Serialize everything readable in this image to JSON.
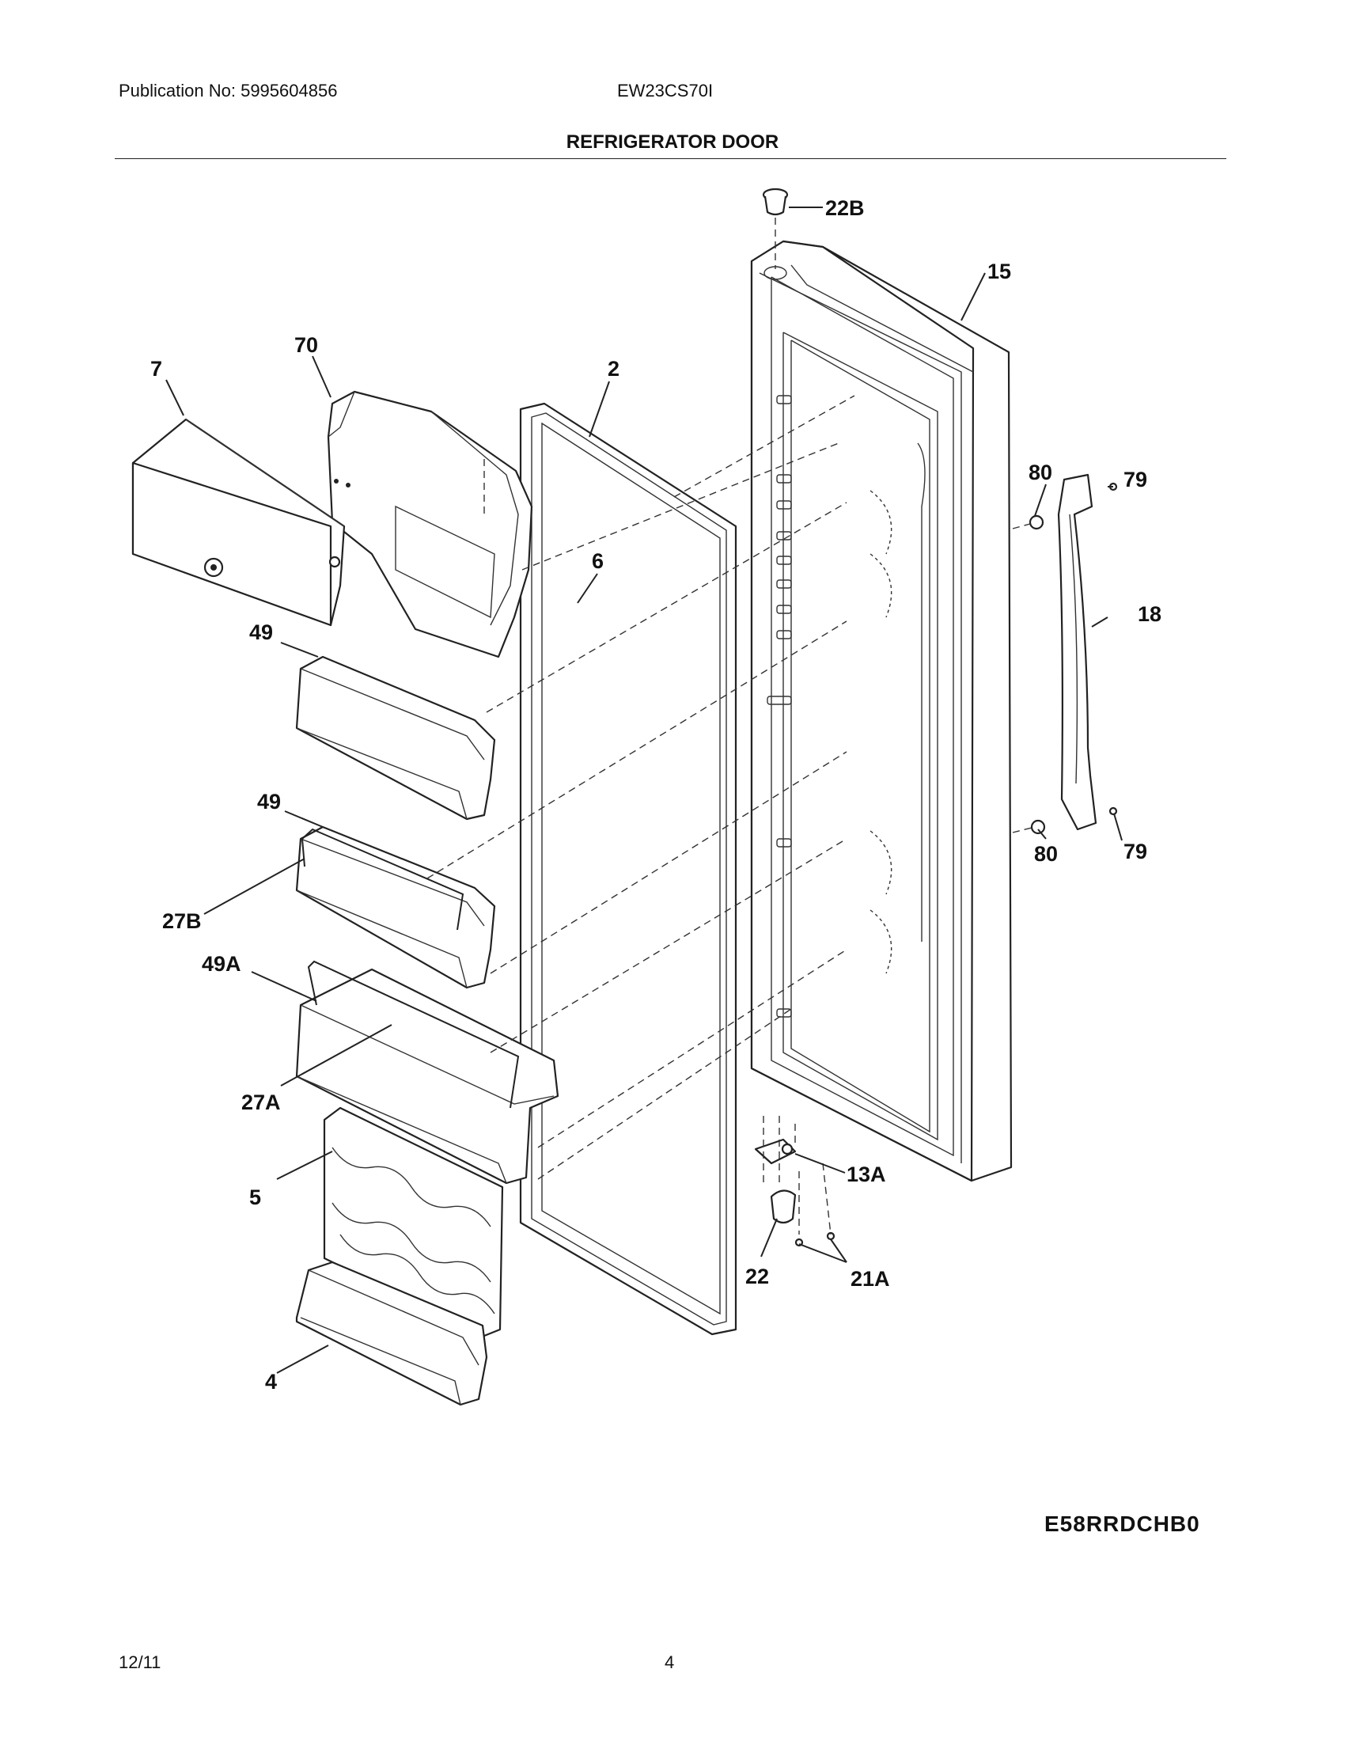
{
  "header": {
    "publication": "Publication No: 5995604856",
    "model": "EW23CS70I",
    "title": "REFRIGERATOR DOOR"
  },
  "callouts": {
    "p22b": "22B",
    "p15": "15",
    "p7": "7",
    "p70": "70",
    "p2": "2",
    "p80a": "80",
    "p79a": "79",
    "p6": "6",
    "p18": "18",
    "p49a": "49",
    "p49b": "49",
    "p80b": "80",
    "p79b": "79",
    "p27b": "27B",
    "p49A": "49A",
    "p27a": "27A",
    "p13a": "13A",
    "p5": "5",
    "p22": "22",
    "p21a": "21A",
    "p4": "4"
  },
  "diagram_code": "E58RRDCHB0",
  "footer": {
    "date": "12/11",
    "page": "4"
  }
}
